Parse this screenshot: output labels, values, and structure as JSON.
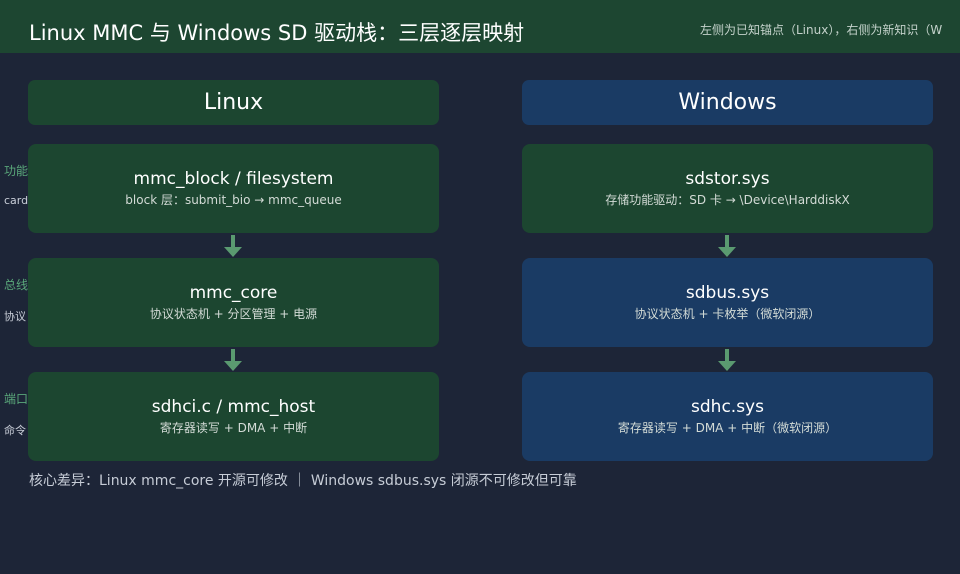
{
  "header": {
    "title": "Linux MMC 与 Windows SD 驱动栈：三层逐层映射",
    "subtitle": "左侧为已知锚点（Linux），右侧为新知识（W"
  },
  "side_labels": [
    {
      "head": "功能",
      "sub": "card"
    },
    {
      "head": "总线",
      "sub": "协议"
    },
    {
      "head": "端口",
      "sub": "命令"
    }
  ],
  "columns": {
    "linux": {
      "label": "Linux",
      "layers": [
        {
          "title": "mmc_block / filesystem",
          "subtitle": "block 层：submit_bio → mmc_queue"
        },
        {
          "title": "mmc_core",
          "subtitle": "协议状态机 + 分区管理 + 电源"
        },
        {
          "title": "sdhci.c / mmc_host",
          "subtitle": "寄存器读写 + DMA + 中断"
        }
      ]
    },
    "windows": {
      "label": "Windows",
      "layers": [
        {
          "title": "sdstor.sys",
          "subtitle": "存储功能驱动：SD 卡 → \\Device\\HarddiskX"
        },
        {
          "title": "sdbus.sys",
          "subtitle": "协议状态机 + 卡枚举（微软闭源）"
        },
        {
          "title": "sdhc.sys",
          "subtitle": "寄存器读写 + DMA + 中断（微软闭源）"
        }
      ]
    }
  },
  "footer": "核心差异：Linux mmc_core 开源可修改 ｜ Windows sdbus.sys 闭源不可修改但可靠",
  "colors": {
    "background": "#1d2537",
    "title_bar": "#1d4631",
    "linux_box": "#1c4630",
    "windows_top_box": "#1c4630",
    "windows_box": "#1a3b64",
    "arrow": "#5a9a70"
  }
}
